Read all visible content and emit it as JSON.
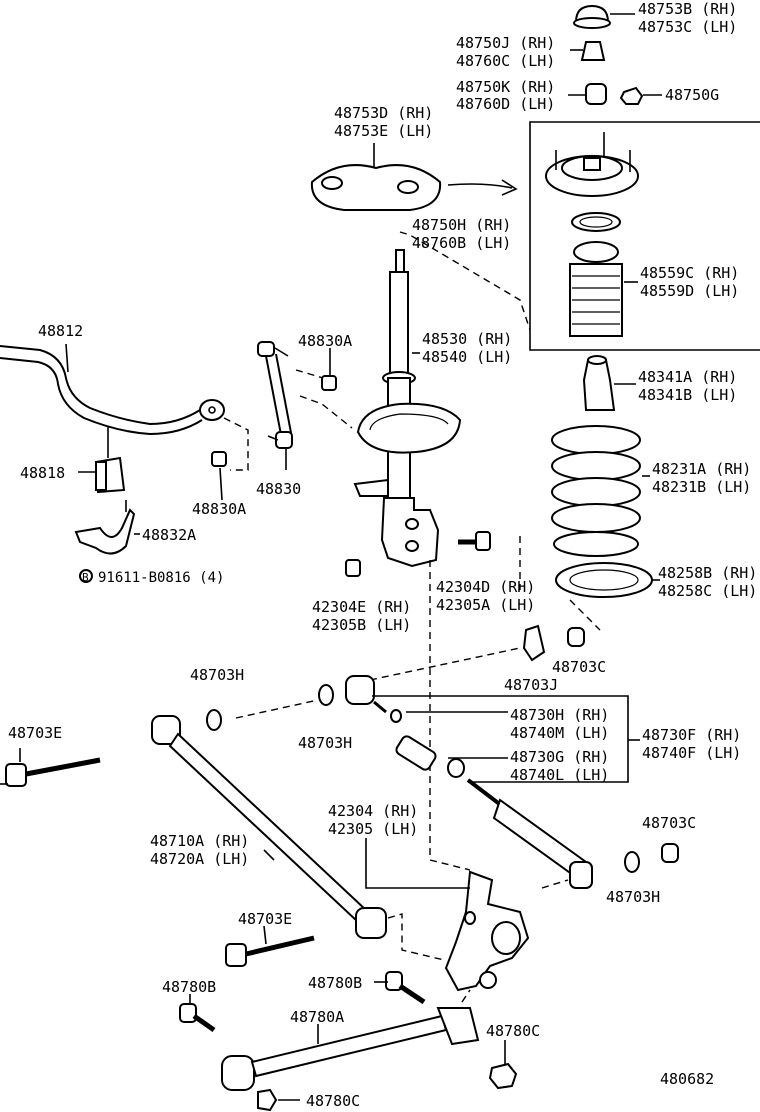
{
  "labels": {
    "p48753b": "48753B (RH)",
    "p48753c": "48753C (LH)",
    "p48750j": "48750J (RH)",
    "p48760c": "48760C (LH)",
    "p48750k": "48750K (RH)",
    "p48760d": "48760D (LH)",
    "p48750g": "48750G",
    "p48753d": "48753D (RH)",
    "p48753e": "48753E (LH)",
    "p48750h": "48750H (RH)",
    "p48760b": "48760B (LH)",
    "p48559c": "48559C (RH)",
    "p48559d": "48559D (LH)",
    "p48812": "48812",
    "p48830a_top": "48830A",
    "p48530": "48530 (RH)",
    "p48540": "48540 (LH)",
    "p48341a": "48341A (RH)",
    "p48341b": "48341B (LH)",
    "p48818": "48818",
    "p48830": "48830",
    "p48830a_bot": "48830A",
    "p48231a": "48231A (RH)",
    "p48231b": "48231B (LH)",
    "p48832a": "48832A",
    "p91611": "91611-B0816 (4)",
    "p42304d": "42304D (RH)",
    "p42305a": "42305A (LH)",
    "p48258b": "48258B (RH)",
    "p48258c": "48258C (LH)",
    "p42304e": "42304E (RH)",
    "p42305b": "42305B (LH)",
    "p48703c_top": "48703C",
    "p48703j": "48703J",
    "p48703h_left": "48703H",
    "p48703h_mid": "48703H",
    "p48730h": "48730H (RH)",
    "p48740m": "48740M (LH)",
    "p48730f": "48730F (RH)",
    "p48740f": "48740F (LH)",
    "p48730g": "48730G (RH)",
    "p48740l": "48740L (LH)",
    "p48703e_left": "48703E",
    "p42304": "42304 (RH)",
    "p42305": "42305 (LH)",
    "p48703c_right": "48703C",
    "p48710a": "48710A (RH)",
    "p48720a": "48720A (LH)",
    "p48703h_right": "48703H",
    "p48703e_bot": "48703E",
    "p48780b_mid": "48780B",
    "p48780b_left": "48780B",
    "p48780a": "48780A",
    "p48780c_right": "48780C",
    "p48780c_bot": "48780C",
    "diagram_number": "480682",
    "bolt_marker": "B"
  },
  "colors": {
    "ink": "#000000",
    "paper": "#ffffff"
  },
  "icons": [
    "bolt-marker-icon",
    "arrow-right-icon"
  ]
}
